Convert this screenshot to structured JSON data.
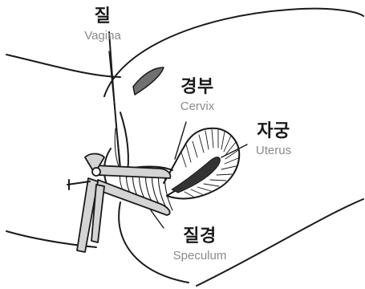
{
  "labels": {
    "vagina": {
      "korean": "질",
      "english": "Vagina"
    },
    "cervix": {
      "korean": "경부",
      "english": "Cervix"
    },
    "uterus": {
      "korean": "자궁",
      "english": "Uterus"
    },
    "speculum": {
      "korean": "질경",
      "english": "Speculum"
    }
  },
  "colors": {
    "outline": "#1a1a1a",
    "secondary_label": "#8a8a8a",
    "speculum_fill": "#d4d4d4",
    "muscle_fill": "#707070",
    "uterine_lining": "#333333",
    "background": "#ffffff"
  }
}
